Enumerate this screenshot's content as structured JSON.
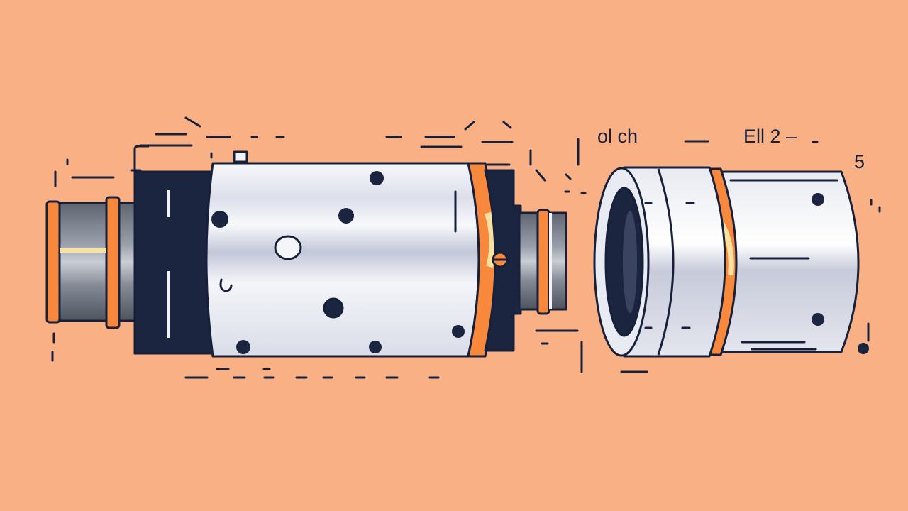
{
  "labels": {
    "top_center": "ol ch",
    "top_right": "Ell 2 –",
    "side_number": "5"
  },
  "colors": {
    "background": "#F9B084",
    "outline": "#16203A",
    "metal_light": "#F2F3F8",
    "metal_mid": "#C9CDDC",
    "metal_dark": "#6F7683",
    "accent_orange": "#F7883C",
    "accent_cream": "#FBE1A0"
  }
}
